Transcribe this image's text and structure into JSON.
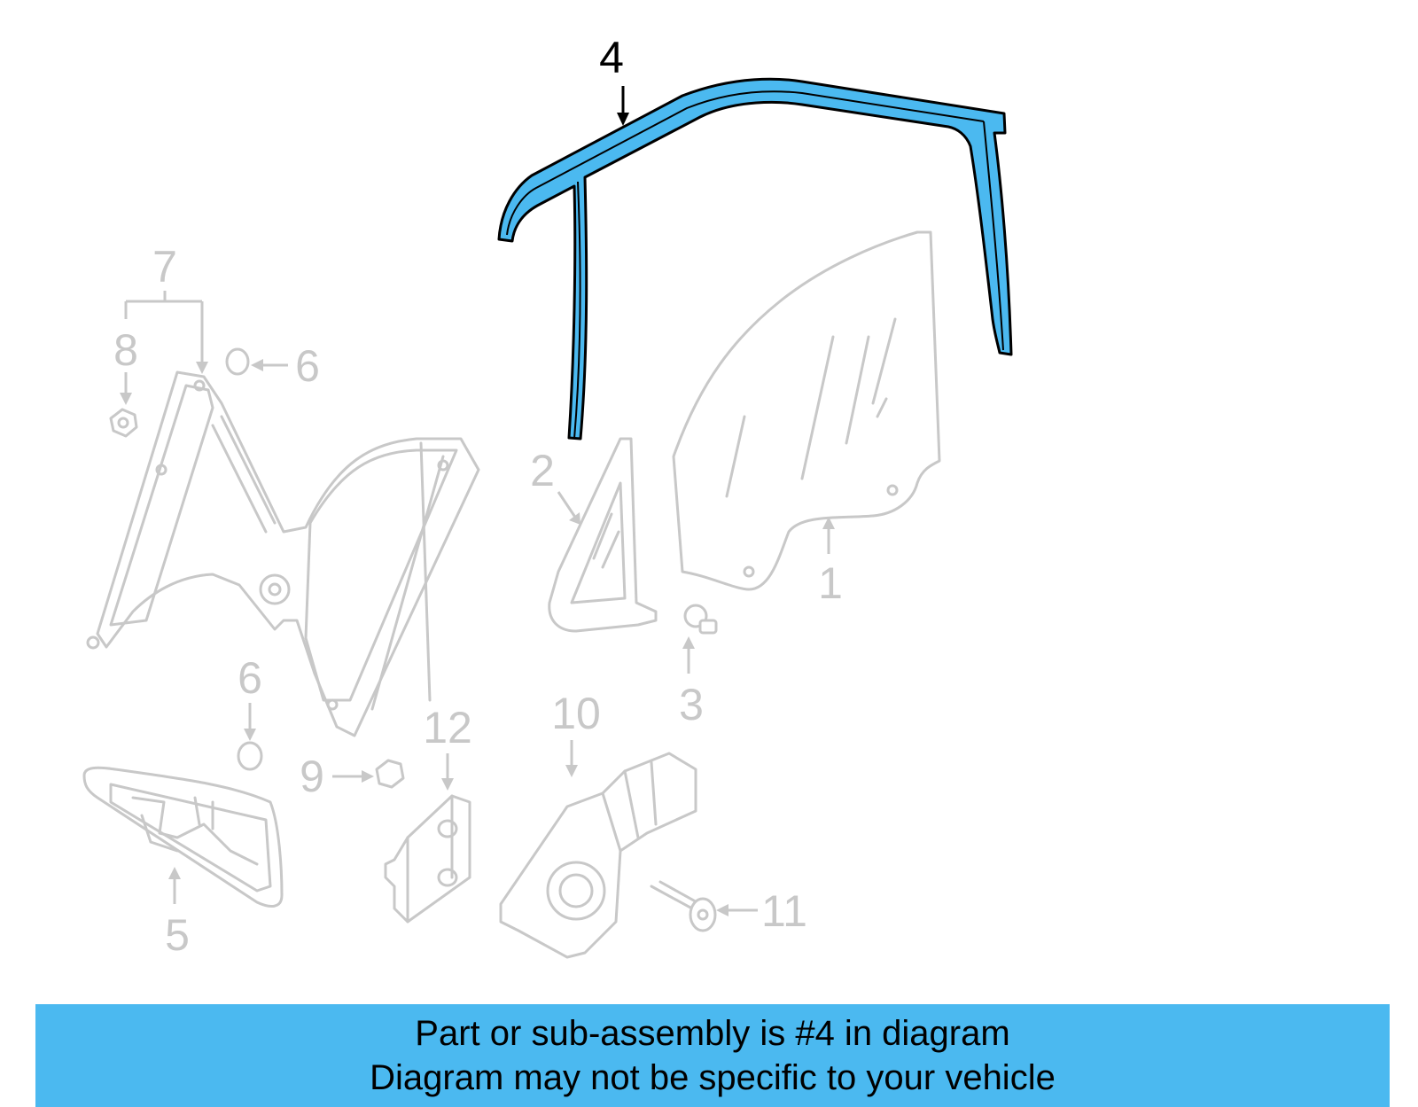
{
  "colors": {
    "highlight_part": "#4bb9f0",
    "ghost_line": "#c8c8c8",
    "banner_bg": "#4bb9f0"
  },
  "callouts": {
    "c1": "1",
    "c2": "2",
    "c3": "3",
    "c4": "4",
    "c5": "5",
    "c6a": "6",
    "c6b": "6",
    "c7": "7",
    "c8": "8",
    "c9": "9",
    "c10": "10",
    "c11": "11",
    "c12": "12"
  },
  "banner": {
    "line1": "Part or sub-assembly is #4 in diagram",
    "line2": "Diagram may not be specific to your vehicle"
  }
}
